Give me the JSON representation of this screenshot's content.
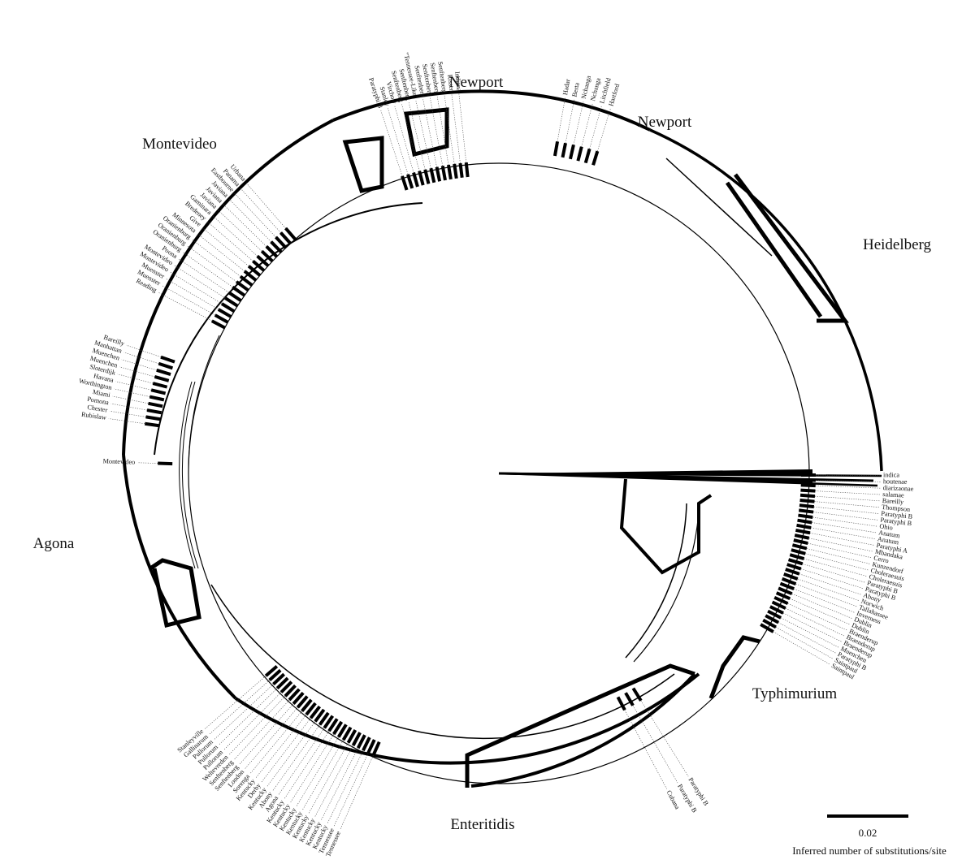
{
  "clades": [
    {
      "name": "Newport",
      "id": "newport-top"
    },
    {
      "name": "Newport",
      "id": "newport-right"
    },
    {
      "name": "Montevideo",
      "id": "montevideo"
    },
    {
      "name": "Heidelberg",
      "id": "heidelberg"
    },
    {
      "name": "Agona",
      "id": "agona"
    },
    {
      "name": "Typhimurium",
      "id": "typhimurium"
    },
    {
      "name": "Enteritidis",
      "id": "enteritidis"
    }
  ],
  "leaf_groups": {
    "top": [
      "Paratyphi B",
      "Stanley",
      "Virchow",
      "Senftenberg",
      "Senftenberg",
      "\"Tennessee-Like\"",
      "Senftenberg",
      "Senftenberg",
      "Senftenberg",
      "Senftenberg",
      "Rissen",
      "Indiana"
    ],
    "top_right": [
      "Hadar",
      "Berta",
      "Nchanga",
      "Nchanga",
      "Litchfield",
      "Hartford"
    ],
    "left_upper": [
      "Reading",
      "Muenster",
      "Muenster",
      "Montevideo",
      "Montevideo",
      "Poona",
      "Oranienburg",
      "Oranienburg",
      "Oranienburg",
      "Minnesota",
      "Give",
      "Bredeney",
      "Gaminara",
      "Javiana",
      "Javiana",
      "Javiana",
      "Eastbourne",
      "Panama",
      "Urbana"
    ],
    "left_mid_single": [
      "Montevideo"
    ],
    "left_mid": [
      "Rubislaw",
      "Chester",
      "Pomona",
      "Miami",
      "Worthington",
      "Havana",
      "Sloterdijk",
      "Muenchen",
      "Muenchen",
      "Manhattan",
      "Bareilly"
    ],
    "right": [
      "indica",
      "houtenae",
      "diarizaonae",
      "salamae",
      "Bareilly",
      "Thompson",
      "Paratyphi B",
      "Paratyphi B",
      "Ohio",
      "Anatum",
      "Anatum",
      "Paratyphi A",
      "Mbandaka",
      "Cerro",
      "Kunzendorf",
      "Choleraesuis",
      "Choleraesuis",
      "Paratyphi B",
      "Paratyphi B",
      "Abony",
      "Norwich",
      "Tallahassee",
      "Inverness",
      "Dublin",
      "Dublin",
      "Braenderup",
      "Braenderup",
      "Braenderup",
      "Muenchen",
      "Paratyphi B",
      "Saintpaul",
      "Saintpaul"
    ],
    "bottom_left": [
      "Tennessee",
      "Tennessee",
      "Kentucky",
      "Kentucky",
      "Kentucky",
      "Kentucky",
      "Kentucky",
      "Kentucky",
      "Kentucky",
      "Kentucky",
      "Agona",
      "Abony",
      "Kentucky",
      "Derby",
      "Kentucky",
      "Sorenga",
      "London",
      "Senftenberg",
      "Senftenberg",
      "Weltevreden",
      "Pullorum",
      "Pullorum",
      "Pullorum",
      "Gallinarum",
      "Stanleyville"
    ],
    "bottom_right": [
      "Paratyphi B",
      "Paratyphi B",
      "Cubana"
    ]
  },
  "scale_bar": {
    "value_label": "0.02",
    "caption": "Inferred number of substitutions/site"
  }
}
